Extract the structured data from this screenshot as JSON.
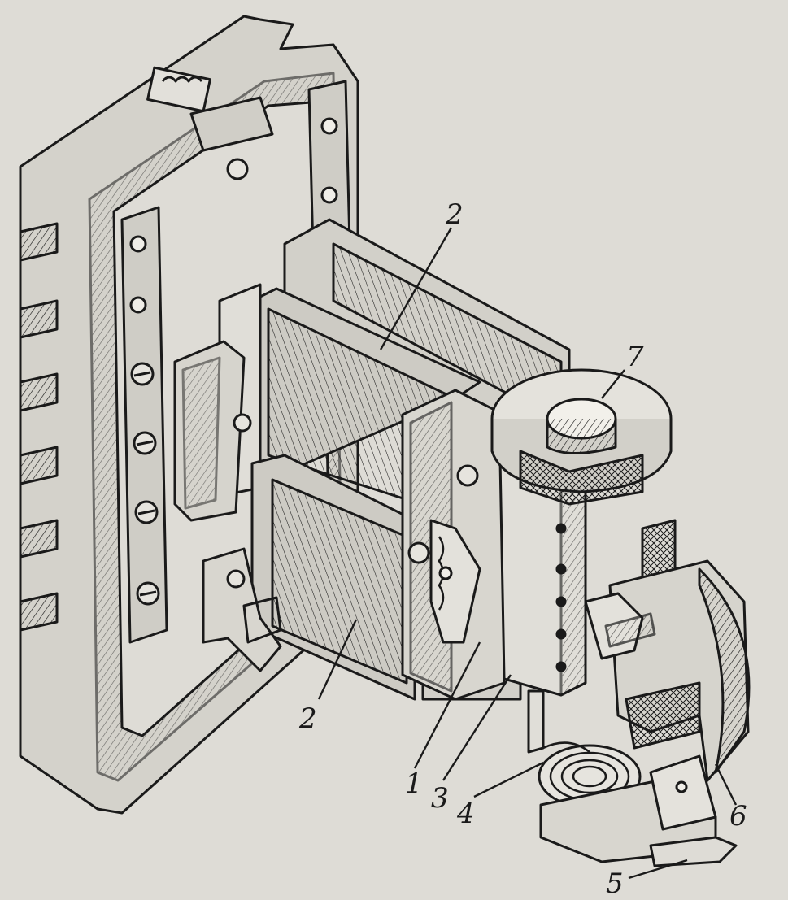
{
  "diagram": {
    "labels": [
      {
        "id": "1",
        "text": "1"
      },
      {
        "id": "2a",
        "text": "2"
      },
      {
        "id": "2b",
        "text": "2"
      },
      {
        "id": "3",
        "text": "3"
      },
      {
        "id": "4",
        "text": "4"
      },
      {
        "id": "5",
        "text": "5"
      },
      {
        "id": "6",
        "text": "6"
      },
      {
        "id": "7",
        "text": "7"
      }
    ]
  },
  "colors": {
    "paper": "#dedcd6",
    "ink": "#1a1a1a",
    "metal": "#cfcdc6",
    "shade": "#9a9890"
  }
}
